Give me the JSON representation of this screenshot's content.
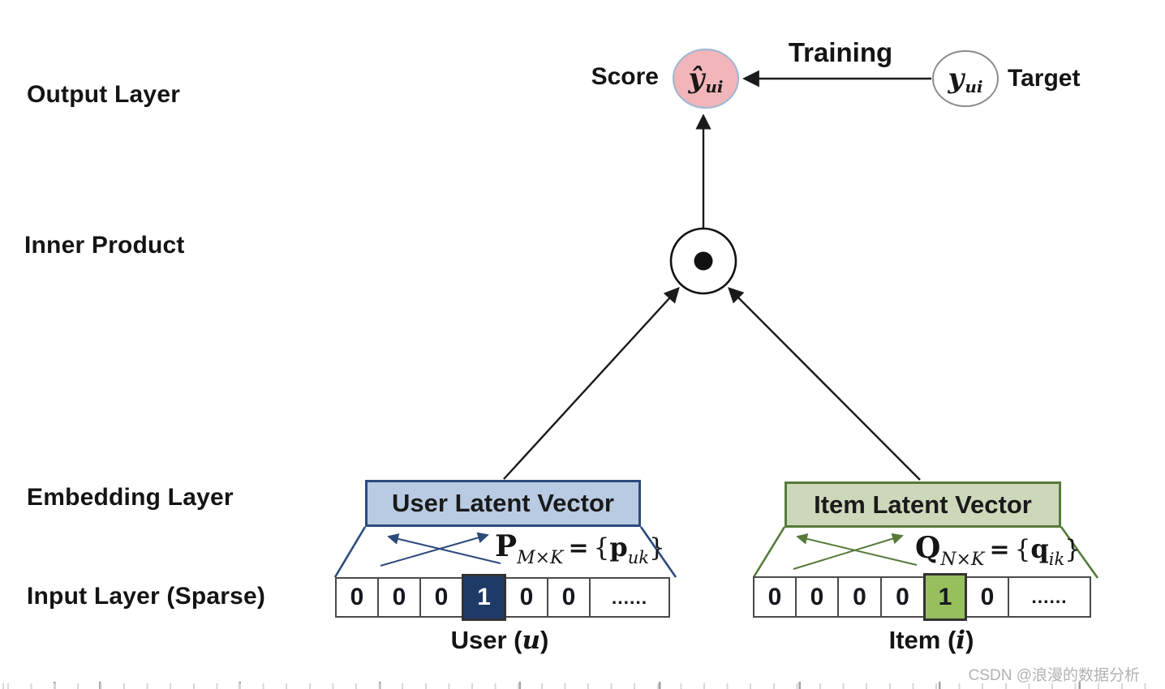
{
  "layers": {
    "output": "Output Layer",
    "inner_product": "Inner Product",
    "embedding": "Embedding Layer",
    "input": "Input Layer (Sparse)"
  },
  "output_section": {
    "score_label": "Score",
    "training_label": "Training",
    "target_label": "Target",
    "score_symbol": "ŷ",
    "score_subscript": "ui",
    "target_symbol": "y",
    "target_subscript": "ui"
  },
  "user_branch": {
    "embedding_title": "User Latent Vector",
    "matrix_symbol": "P",
    "matrix_subscript": "M×K",
    "equals": "=",
    "brace_open": "{",
    "vector_symbol": "p",
    "vector_subscript": "uk",
    "brace_close": "}",
    "cells": [
      "0",
      "0",
      "0",
      "1",
      "0",
      "0",
      "......"
    ],
    "one_hot_index": 3,
    "label_prefix": "User (",
    "label_var": "u",
    "label_suffix": ")"
  },
  "item_branch": {
    "embedding_title": "Item Latent Vector",
    "matrix_symbol": "Q",
    "matrix_subscript": "N×K",
    "equals": "=",
    "brace_open": "{",
    "vector_symbol": "q",
    "vector_subscript": "ik",
    "brace_close": "}",
    "cells": [
      "0",
      "0",
      "0",
      "0",
      "1",
      "0",
      "......"
    ],
    "one_hot_index": 4,
    "label_prefix": "Item (",
    "label_var": "i",
    "label_suffix": ")"
  },
  "watermark": "CSDN @浪漫的数据分析",
  "colors": {
    "score_fill": "#f2b5b9",
    "score_border": "#a3b7d4",
    "target_border": "#8a8a8a",
    "user_fill": "#b9cbe3",
    "user_border": "#2c4a7c",
    "user_hot": "#1e3a66",
    "item_fill": "#cdd8ba",
    "item_border": "#567a3a",
    "item_hot": "#98bf5e",
    "arrow": "#1a1a1a"
  }
}
